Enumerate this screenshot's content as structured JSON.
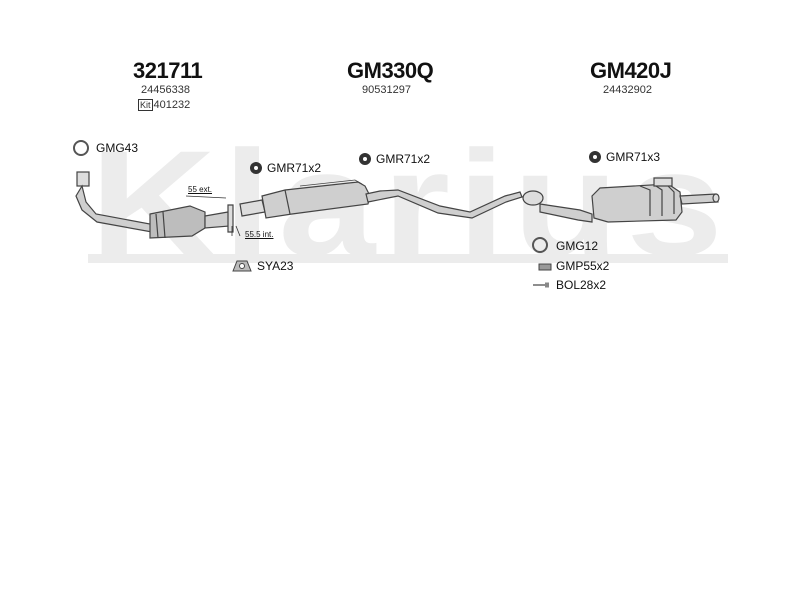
{
  "watermark": "Klarius",
  "assemblies": [
    {
      "part_number": "321711",
      "oem_number": "24456338",
      "kit_badge": "Kit",
      "kit_number": "401232"
    },
    {
      "part_number": "GM330Q",
      "oem_number": "90531297"
    },
    {
      "part_number": "GM420J",
      "oem_number": "24432902"
    }
  ],
  "accessories": {
    "gmg43": "GMG43",
    "gmr71_a": "GMR71x2",
    "gmr71_b": "GMR71x2",
    "gmr71_c": "GMR71x3",
    "sya23": "SYA23",
    "gmg12": "GMG12",
    "gmp55": "GMP55x2",
    "bol28": "BOL28x2"
  },
  "dimensions": {
    "ext": "55 ext.",
    "int": "55.5 int."
  },
  "colors": {
    "watermark": "#e9e9e9",
    "part_fill": "#cfcfcf",
    "part_stroke": "#444444",
    "text": "#111111"
  }
}
